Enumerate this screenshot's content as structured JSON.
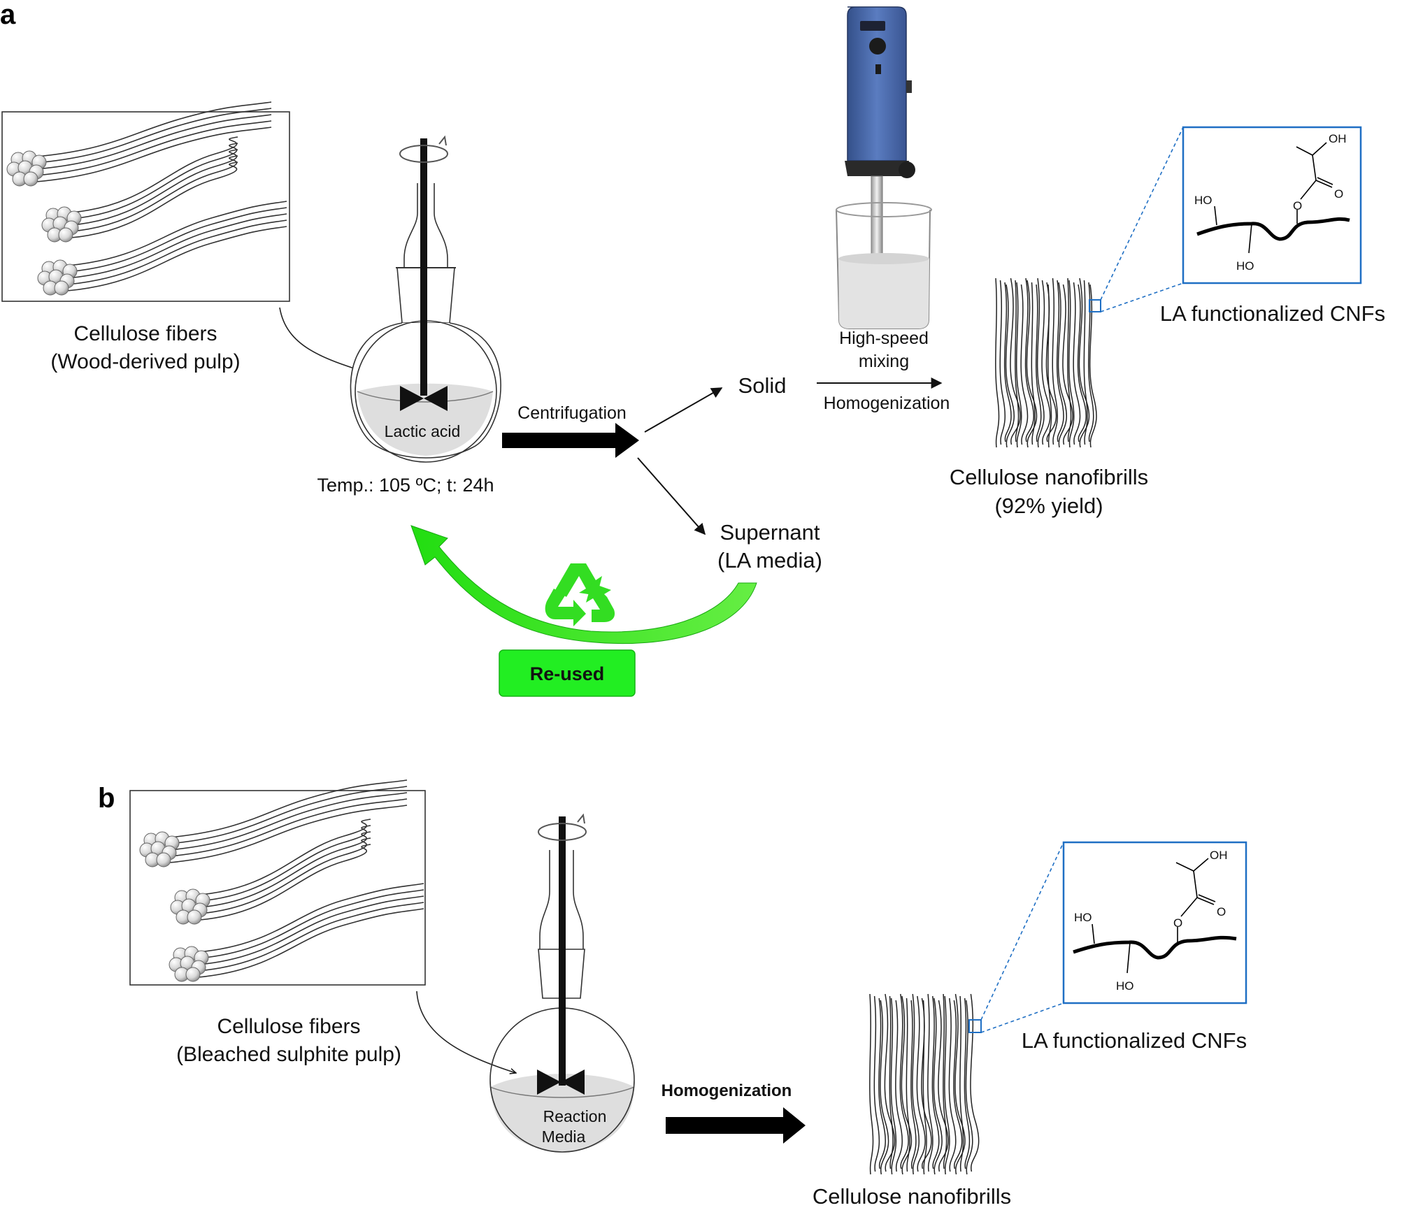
{
  "panel_a": {
    "label": "a",
    "fibers_title": "Cellulose fibers",
    "fibers_subtitle": "(Wood-derived pulp)",
    "flask_medium": "Lactic acid",
    "conditions": "Temp.: 105 ºC; t: 24h",
    "centrifugation": "Centrifugation",
    "solid": "Solid",
    "supernant_line1": "Supernant",
    "supernant_line2": "(LA media)",
    "reused": "Re-used",
    "mixing_line1": "High-speed",
    "mixing_line2": "mixing",
    "homogenization": "Homogenization",
    "cnf_line1": "Cellulose nanofibrills",
    "cnf_line2": "(92% yield)",
    "la_cnf": "LA functionalized CNFs",
    "chem": {
      "oh": "OH",
      "ho_left": "HO",
      "ho_bottom": "HO",
      "o_ester": "O",
      "o_carbonyl": "O"
    }
  },
  "panel_b": {
    "label": "b",
    "fibers_title": "Cellulose fibers",
    "fibers_subtitle": "(Bleached sulphite pulp)",
    "flask_medium_line1": "Reaction",
    "flask_medium_line2": "Media",
    "homogenization": "Homogenization",
    "cnf": "Cellulose nanofibrills",
    "la_cnf": "LA functionalized CNFs",
    "chem": {
      "oh": "OH",
      "ho_left": "HO",
      "ho_bottom": "HO",
      "o_ester": "O",
      "o_carbonyl": "O"
    }
  },
  "colors": {
    "recycle_green": "#33dd22",
    "reused_box": "#22ee22",
    "zoom_box": "#1f6fc4",
    "mixer_blue": "#4a6aa8"
  },
  "icons": [
    "rotation-arrow-icon",
    "stir-bar-icon",
    "recycle-icon",
    "high-speed-mixer-icon"
  ]
}
